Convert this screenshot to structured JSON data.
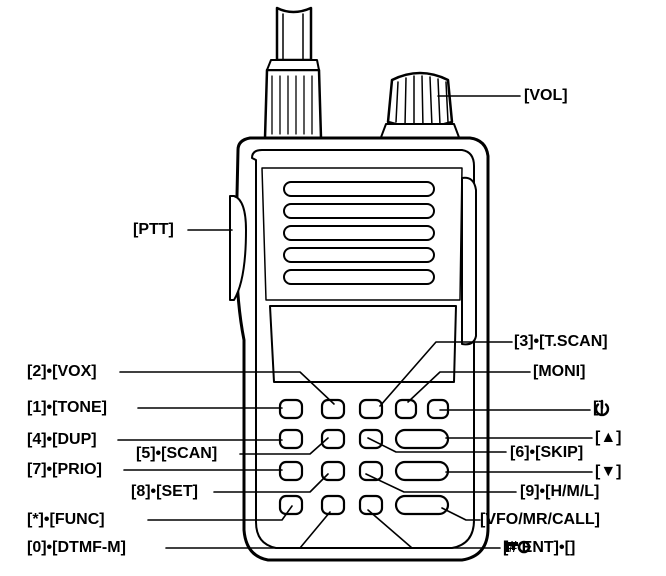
{
  "labels": {
    "vol": "[VOL]",
    "ptt": "[PTT]",
    "tscan": "[3]•[T.SCAN]",
    "vox": "[2]•[VOX]",
    "moni": "[MONI]",
    "tone": "[1]•[TONE]",
    "power_prefix": "[",
    "power_suffix": "]",
    "dup": "[4]•[DUP]",
    "up_arrow": "[▲]",
    "scan": "[5]•[SCAN]",
    "skip": "[6]•[SKIP]",
    "prio": "[7]•[PRIO]",
    "down_arrow": "[▼]",
    "set": "[8]•[SET]",
    "hml": "[9]•[H/M/L]",
    "func": "[*]•[FUNC]",
    "vfo": "[VFO/MR/CALL]",
    "dtmf": "[0]•[DTMF-M]",
    "ent_prefix": "[# ENT]•[",
    "ent_suffix": "]"
  },
  "icons": [
    "power-icon",
    "key-lock-icon",
    "up-triangle",
    "down-triangle"
  ],
  "colors": {
    "ink": "#000000",
    "body": "#ffffff"
  }
}
